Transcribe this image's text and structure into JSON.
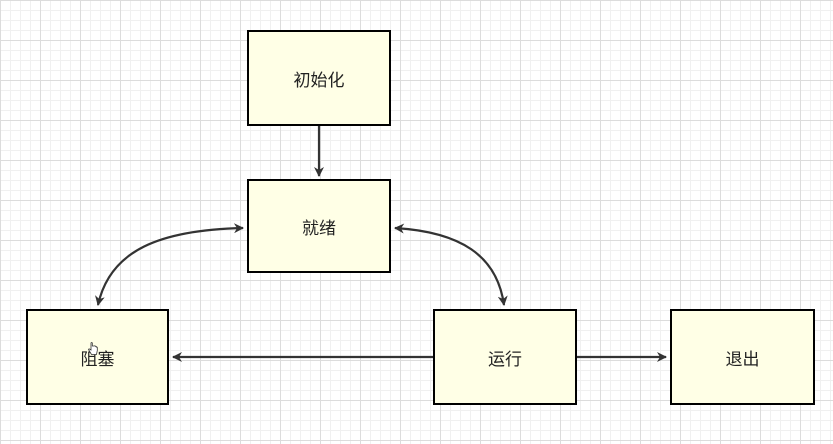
{
  "diagram": {
    "nodes": {
      "init": "初始化",
      "ready": "就绪",
      "block": "阻塞",
      "run": "运行",
      "exit": "退出"
    },
    "colors": {
      "node_fill": "#ffffe6",
      "node_border": "#000000",
      "edge": "#333333",
      "grid": "#dcdcdc"
    },
    "edges": [
      {
        "from": "init",
        "to": "ready",
        "direction": "forward"
      },
      {
        "from": "ready",
        "to": "block",
        "direction": "both"
      },
      {
        "from": "ready",
        "to": "run",
        "direction": "both"
      },
      {
        "from": "run",
        "to": "block",
        "direction": "forward"
      },
      {
        "from": "run",
        "to": "exit",
        "direction": "forward"
      }
    ]
  }
}
